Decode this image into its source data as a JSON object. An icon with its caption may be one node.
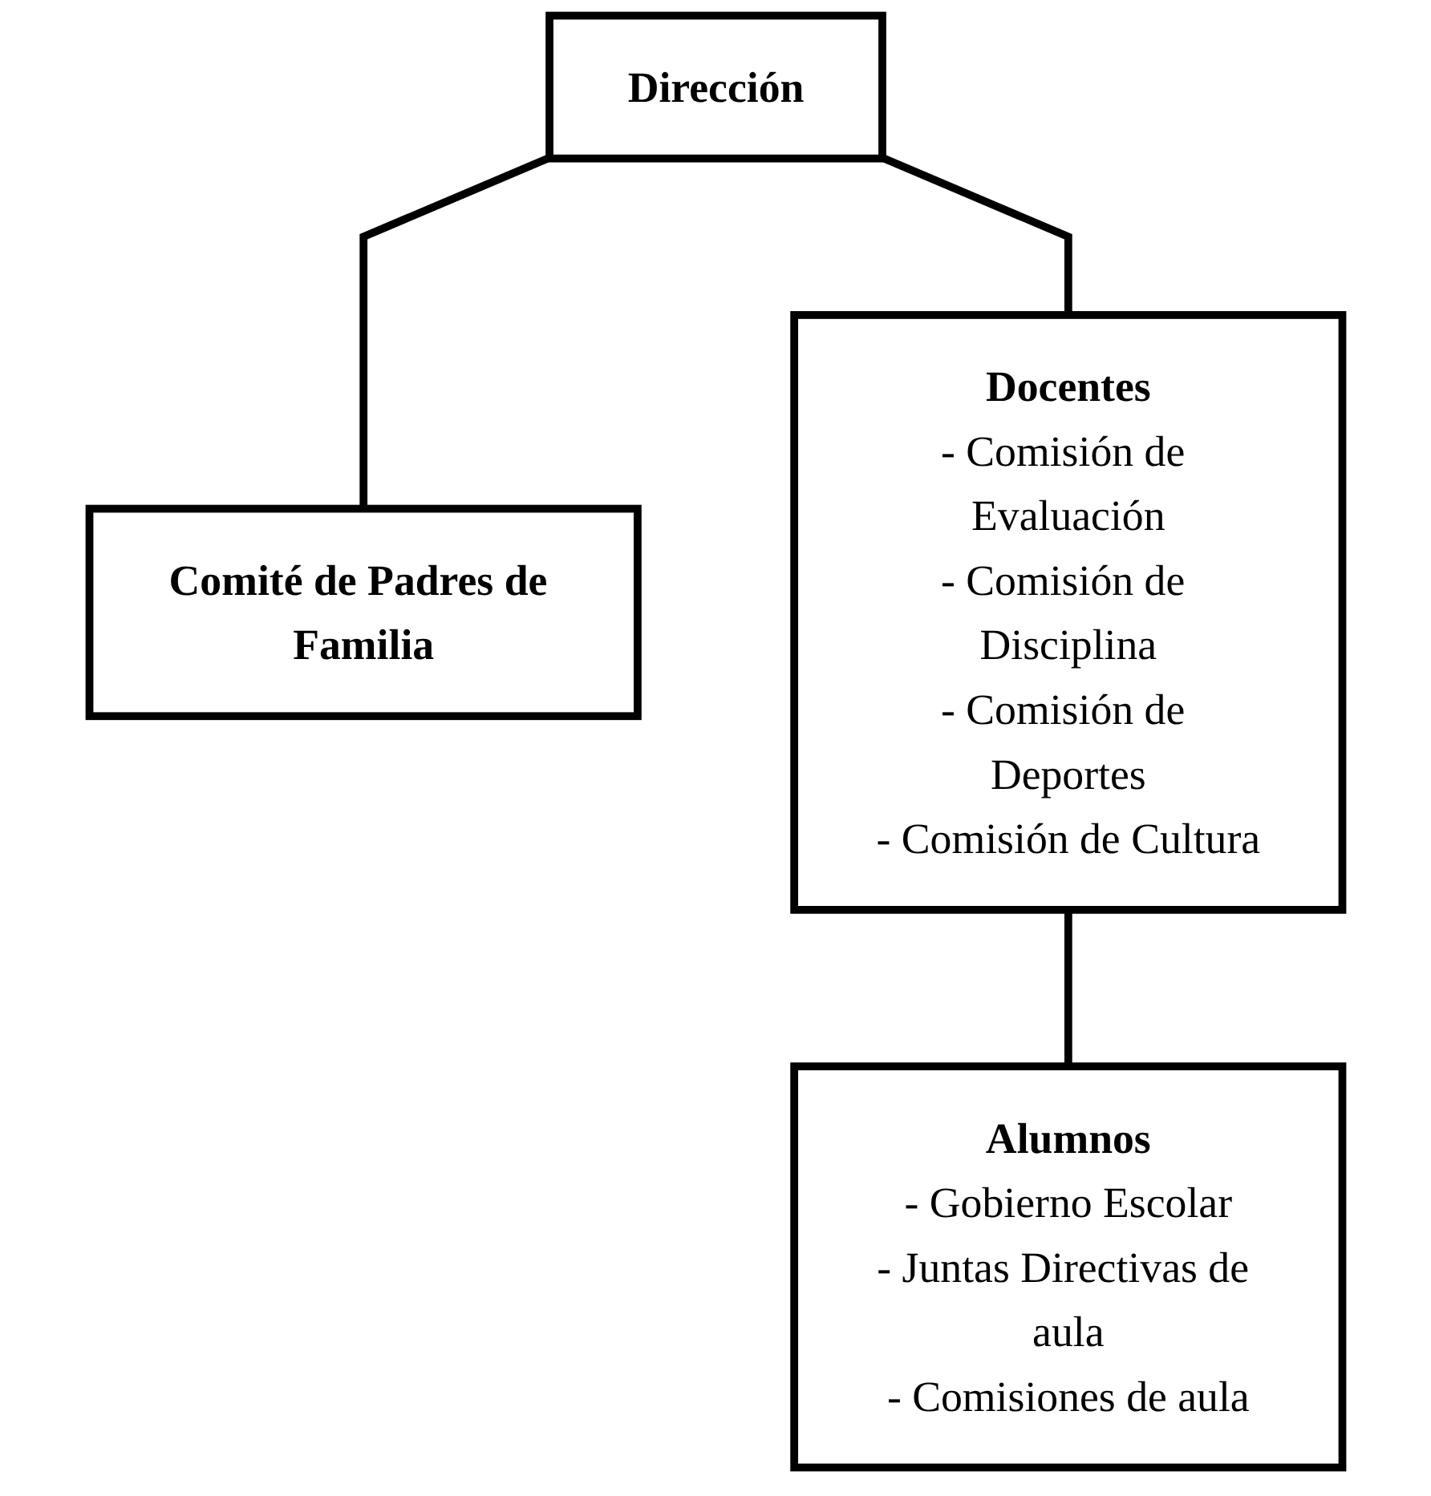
{
  "diagram": {
    "nodes": [
      {
        "text": [
          "Dirección"
        ]
      },
      {
        "text": [
          "Comité de Padres de Familia"
        ]
      },
      {
        "text": [
          "Docentes",
          "- Comisión de Evaluación",
          "- Comisión de Disciplina",
          "- Comisión de Deportes",
          "- Comisión de Cultura"
        ]
      },
      {
        "text": [
          "Alumnos",
          "- Gobierno Escolar",
          "- Juntas Directivas de aula",
          "- Comisiones de aula"
        ]
      }
    ],
    "edges": [
      {
        "from": 0,
        "to": 1,
        "arrow": "none"
      },
      {
        "from": 0,
        "to": 2,
        "arrow": "none"
      },
      {
        "from": 2,
        "to": 3,
        "arrow": "none"
      }
    ]
  }
}
